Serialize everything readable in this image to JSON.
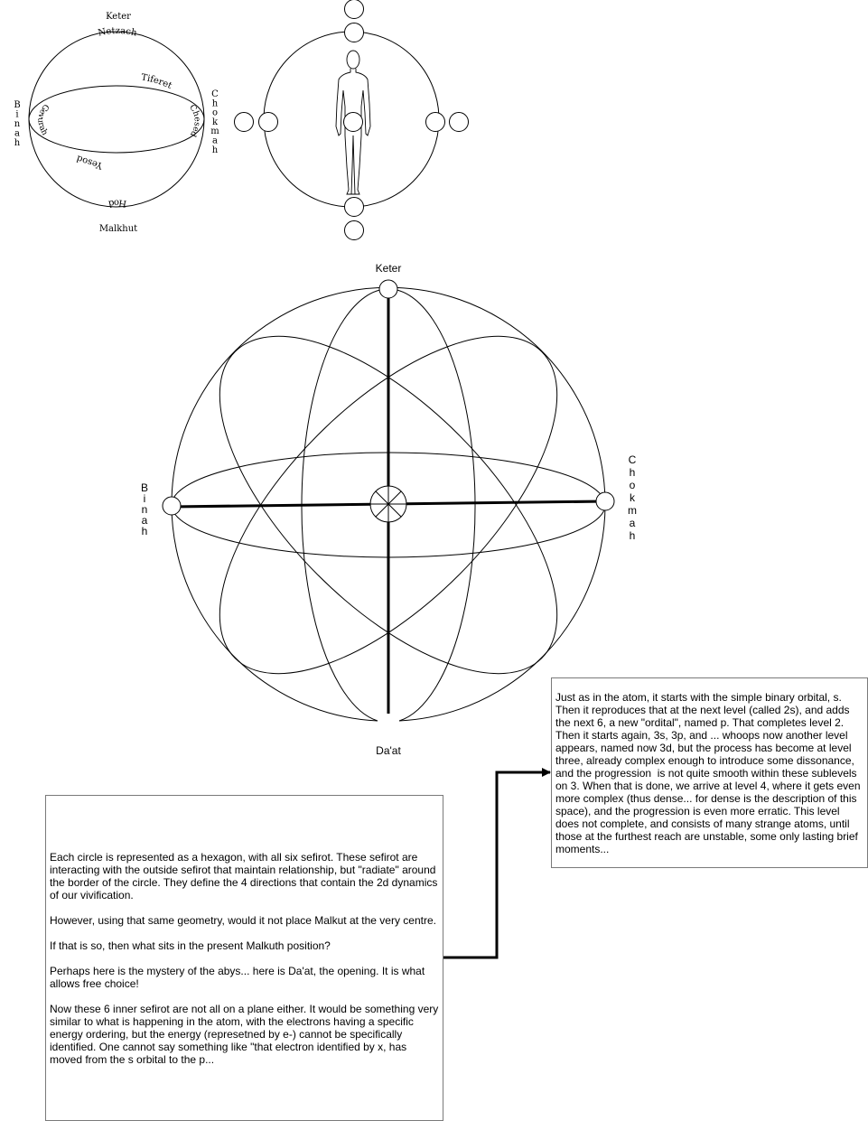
{
  "diagram1": {
    "labels": {
      "keter": "Keter",
      "netzach": "Netzach",
      "tiferet": "Tiferet",
      "gevurah": "Gevurah",
      "chesed": "Chesed",
      "yesod": "Yesod",
      "hod": "Hod",
      "malkhut": "Malkhut",
      "binah": "Binah",
      "chokmah": "Chokmah"
    }
  },
  "diagram3": {
    "labels": {
      "keter": "Keter",
      "binah": "Binah",
      "chokmah": "Chokmah",
      "daat": "Da'at"
    }
  },
  "left_note": {
    "paragraphs": [
      "Each circle is represented as a hexagon, with all six sefirot. These sefirot are interacting with the outside sefirot that maintain relationship, but \"radiate\" around the border of the circle. They define the 4 directions that contain the 2d dynamics of our vivification.",
      "However, using that same geometry, would it not place Malkut at the very centre.",
      "If that is so, then what sits in the present Malkuth position?",
      "Perhaps here is the mystery of the abys... here is Da'at, the opening. It is what allows free choice!",
      "Now these 6 inner sefirot are not all on a plane either. It would be something very similar to what is happening in the atom, with the electrons having a specific energy ordering, but the energy (represetned by e-) cannot be specifically identified. One cannot say something like \"that electron identified by x, has moved from the s orbital to the p..."
    ]
  },
  "right_note": {
    "text": "Just as in the atom, it starts with the simple binary orbital, s. Then it reproduces that at the next level (called 2s), and adds the next 6, a new \"ordital\", named p. That completes level 2. Then it starts again, 3s, 3p, and ... whoops now another level appears, named now 3d, but the process has become at level three, already complex enough to introduce some dissonance, and the progression  is not quite smooth within these sublevels on 3. When that is done, we arrive at level 4, where it gets even more complex (thus dense... for dense is the description of this space), and the progression is even more erratic. This level does not complete, and consists of many strange atoms, until those at the furthest reach are unstable, some only lasting brief moments..."
  }
}
